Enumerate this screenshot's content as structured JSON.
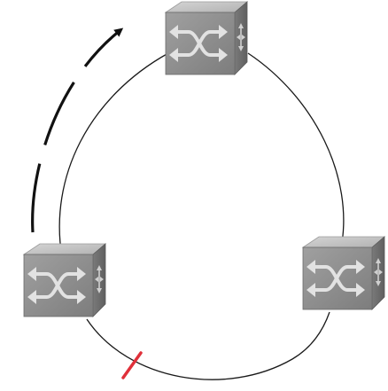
{
  "diagram": {
    "type": "ring-topology",
    "nodes": [
      {
        "id": "switch-top",
        "icon": "network-switch-icon"
      },
      {
        "id": "switch-left",
        "icon": "network-switch-icon"
      },
      {
        "id": "switch-right",
        "icon": "network-switch-icon"
      }
    ],
    "links": [
      {
        "from": "switch-top",
        "to": "switch-left",
        "status": "up"
      },
      {
        "from": "switch-top",
        "to": "switch-right",
        "status": "up"
      },
      {
        "from": "switch-left",
        "to": "switch-right",
        "status": "broken"
      }
    ],
    "indicators": {
      "failover_arrow": "curved-arrow-icon",
      "break_marker": "link-break-icon"
    },
    "colors": {
      "cube_front": "#8f8f8f",
      "cube_top": "#c4c4c4",
      "cube_side": "#6f6f6f",
      "cube_glyph": "#dcdcdc",
      "ring_line": "#1a1a1a",
      "break_marker": "#e0303a"
    }
  }
}
